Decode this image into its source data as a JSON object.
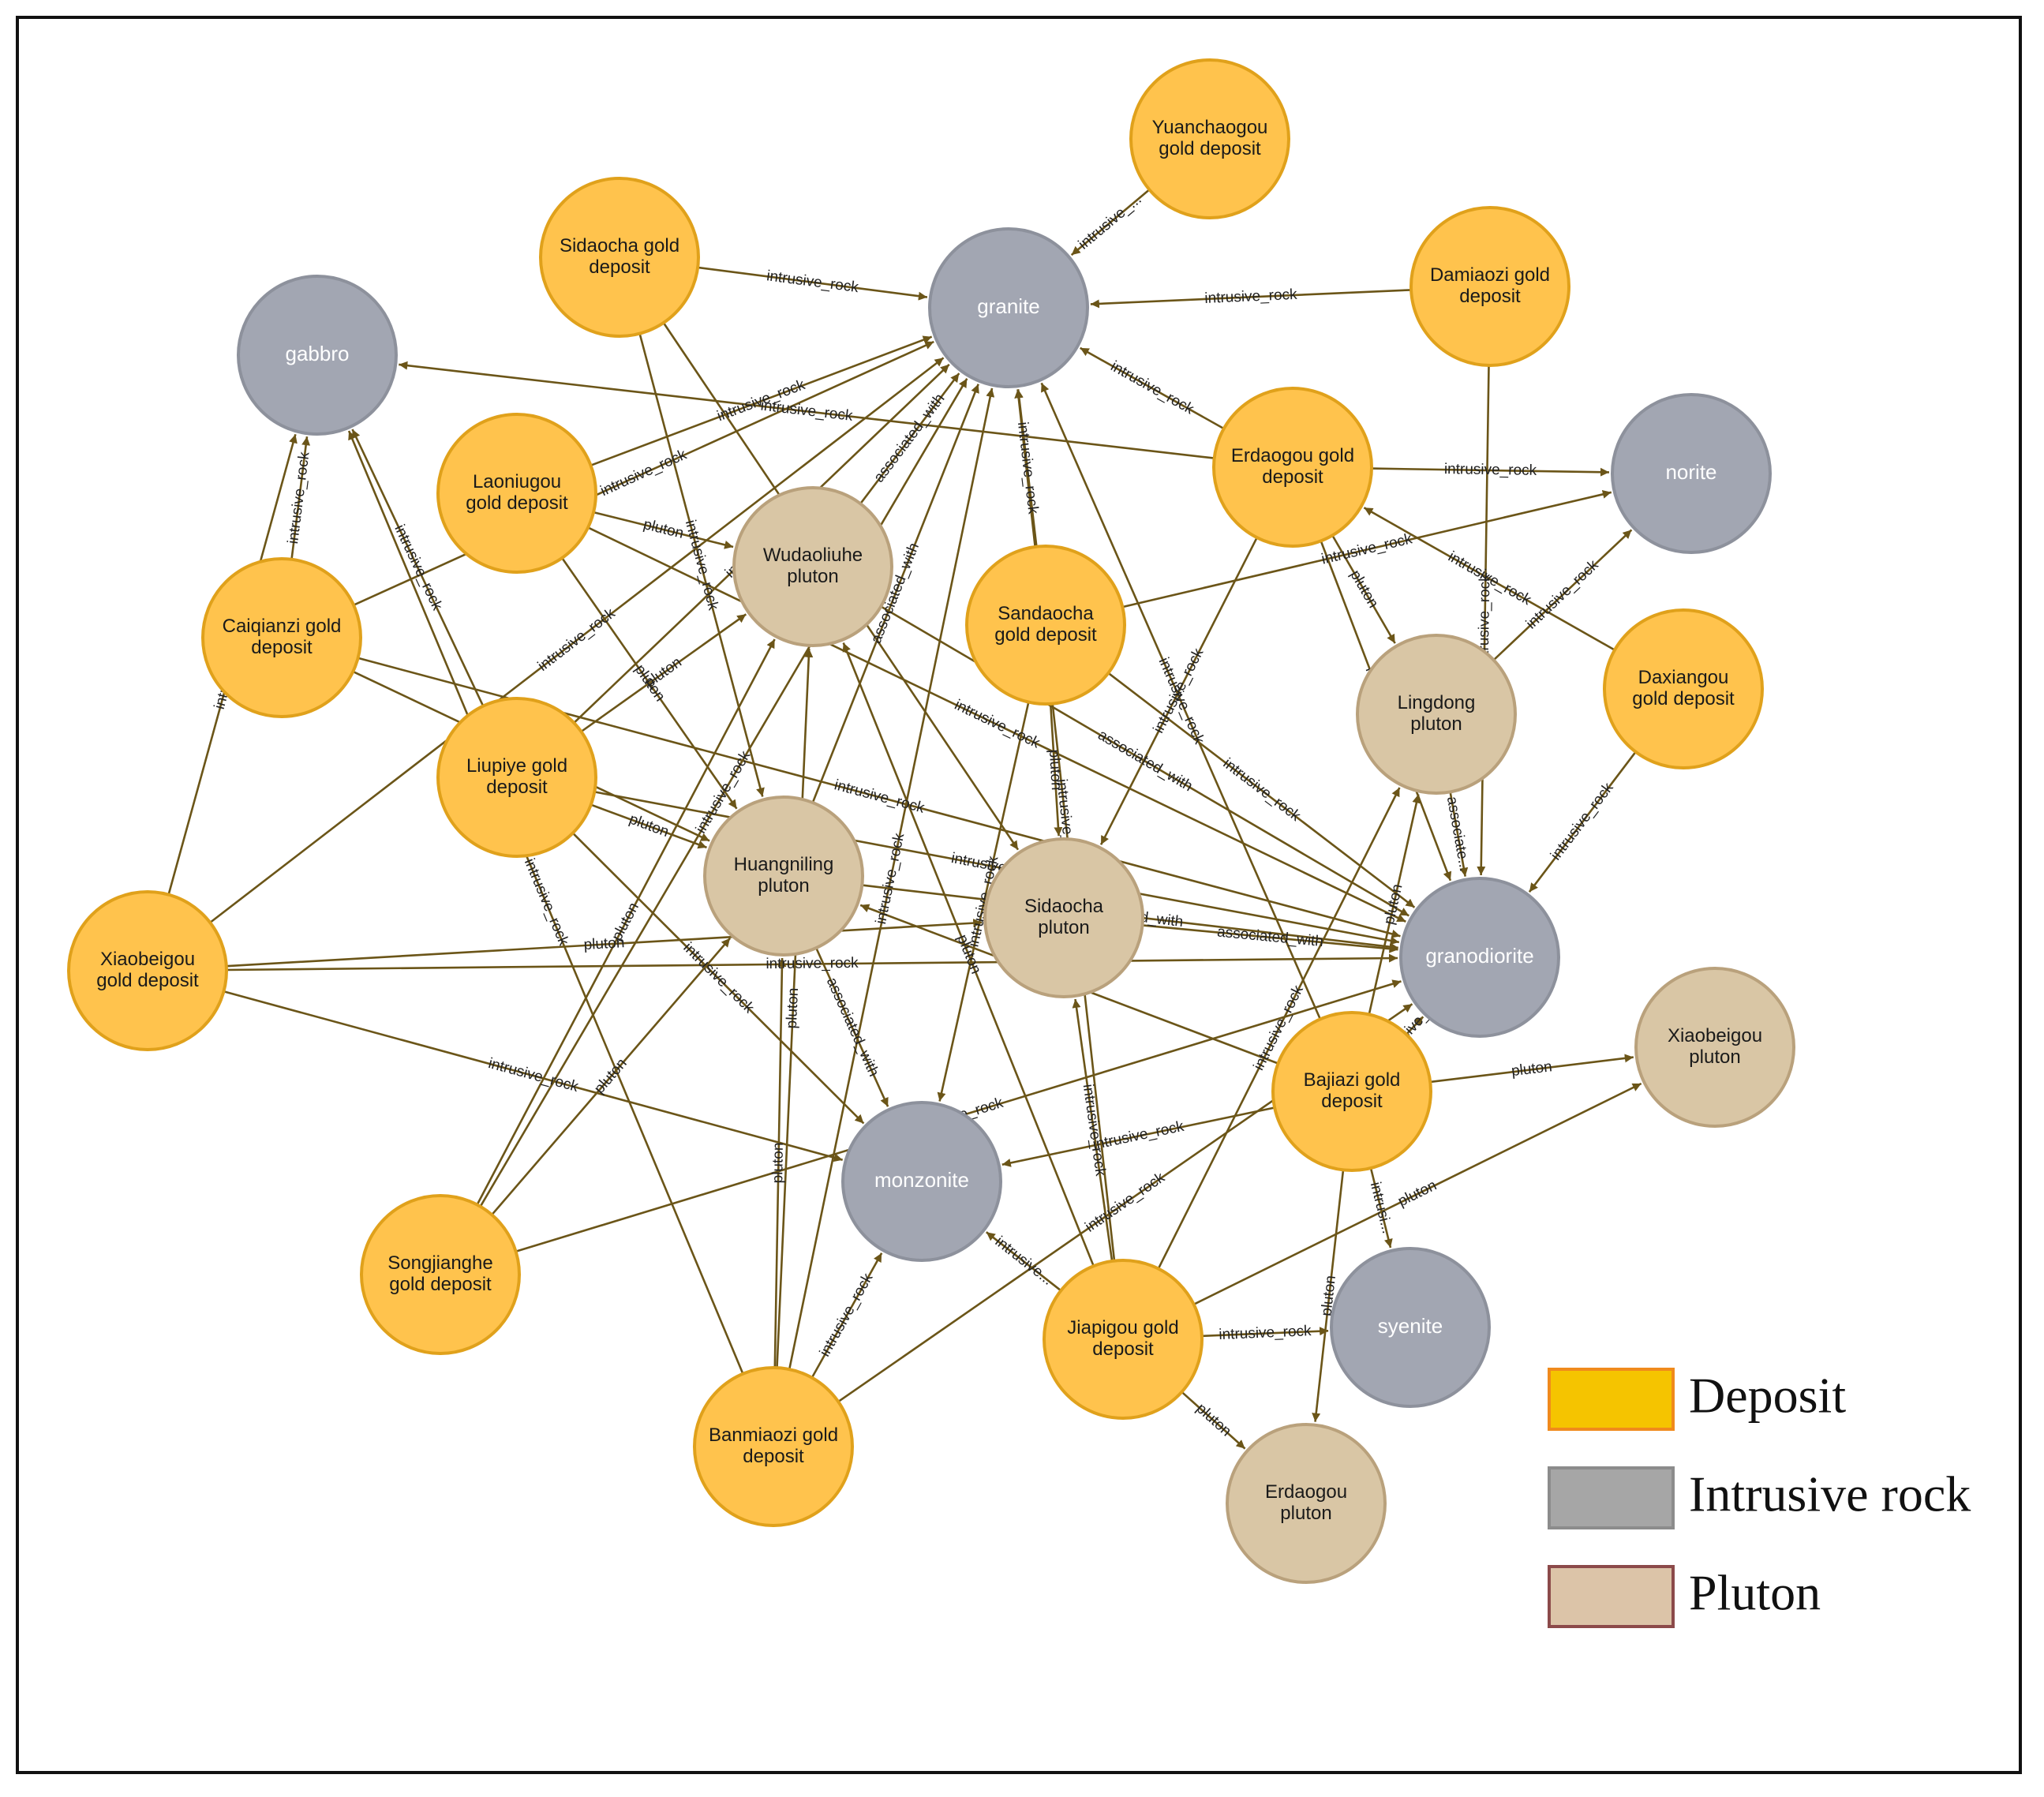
{
  "colors": {
    "deposit_fill": "#FFC34D",
    "deposit_stroke": "#E0A11B",
    "intrusive_fill": "#A2A6B2",
    "intrusive_stroke": "#8D919C",
    "pluton_fill": "#D9C6A5",
    "pluton_stroke": "#B9A17C",
    "edge": "#6B5518",
    "legend_deposit": "#F5C400",
    "legend_deposit_border": "#F08A1C",
    "legend_intrusive": "#A6A6A6",
    "legend_intrusive_border": "#8C8C8C",
    "legend_pluton": "#DCC4A8",
    "legend_pluton_border": "#8C4A4A"
  },
  "legend": [
    {
      "key": "deposit",
      "label": "Deposit"
    },
    {
      "key": "intrusive",
      "label": "Intrusive rock"
    },
    {
      "key": "pluton",
      "label": "Pluton"
    }
  ],
  "nodes": [
    {
      "id": "yuanchaogou",
      "type": "deposit",
      "lines": [
        "Yuanchaogou",
        "gold deposit"
      ]
    },
    {
      "id": "sidaocha_d",
      "type": "deposit",
      "lines": [
        "Sidaocha gold",
        "deposit"
      ]
    },
    {
      "id": "granite",
      "type": "intrusive",
      "lines": [
        "granite"
      ]
    },
    {
      "id": "damiaozi",
      "type": "deposit",
      "lines": [
        "Damiaozi gold",
        "deposit"
      ]
    },
    {
      "id": "gabbro",
      "type": "intrusive",
      "lines": [
        "gabbro"
      ]
    },
    {
      "id": "laoniugou",
      "type": "deposit",
      "lines": [
        "Laoniugou",
        "gold deposit"
      ]
    },
    {
      "id": "erdaogou_d",
      "type": "deposit",
      "lines": [
        "Erdaogou gold",
        "deposit"
      ]
    },
    {
      "id": "norite",
      "type": "intrusive",
      "lines": [
        "norite"
      ]
    },
    {
      "id": "wudaoliuhe",
      "type": "pluton",
      "lines": [
        "Wudaoliuhe",
        "pluton"
      ]
    },
    {
      "id": "caiqianzi",
      "type": "deposit",
      "lines": [
        "Caiqianzi gold",
        "deposit"
      ]
    },
    {
      "id": "sandaocha",
      "type": "deposit",
      "lines": [
        "Sandaocha",
        "gold deposit"
      ]
    },
    {
      "id": "lingdong",
      "type": "pluton",
      "lines": [
        "Lingdong",
        "pluton"
      ]
    },
    {
      "id": "daxiangou",
      "type": "deposit",
      "lines": [
        "Daxiangou",
        "gold deposit"
      ]
    },
    {
      "id": "liupiye",
      "type": "deposit",
      "lines": [
        "Liupiye gold",
        "deposit"
      ]
    },
    {
      "id": "huangniling",
      "type": "pluton",
      "lines": [
        "Huangniling",
        "pluton"
      ]
    },
    {
      "id": "sidaocha_p",
      "type": "pluton",
      "lines": [
        "Sidaocha",
        "pluton"
      ]
    },
    {
      "id": "granodiorite",
      "type": "intrusive",
      "lines": [
        "granodiorite"
      ]
    },
    {
      "id": "xiaobeigou_d",
      "type": "deposit",
      "lines": [
        "Xiaobeigou",
        "gold deposit"
      ]
    },
    {
      "id": "xiaobeigou_p",
      "type": "pluton",
      "lines": [
        "Xiaobeigou",
        "pluton"
      ]
    },
    {
      "id": "bajiazi",
      "type": "deposit",
      "lines": [
        "Bajiazi gold",
        "deposit"
      ]
    },
    {
      "id": "monzonite",
      "type": "intrusive",
      "lines": [
        "monzonite"
      ]
    },
    {
      "id": "songjianghe",
      "type": "deposit",
      "lines": [
        "Songjianghe",
        "gold deposit"
      ]
    },
    {
      "id": "syenite",
      "type": "intrusive",
      "lines": [
        "syenite"
      ]
    },
    {
      "id": "jiapigou",
      "type": "deposit",
      "lines": [
        "Jiapigou gold",
        "deposit"
      ]
    },
    {
      "id": "banmiaozi",
      "type": "deposit",
      "lines": [
        "Banmiaozi gold",
        "deposit"
      ]
    },
    {
      "id": "erdaogou_p",
      "type": "pluton",
      "lines": [
        "Erdaogou",
        "pluton"
      ]
    }
  ],
  "edges": [
    {
      "from": "yuanchaogou",
      "to": "granite",
      "label": "intrusive_..."
    },
    {
      "from": "sidaocha_d",
      "to": "granite",
      "label": "intrusive_rock"
    },
    {
      "from": "damiaozi",
      "to": "granite",
      "label": "intrusive_rock"
    },
    {
      "from": "erdaogou_d",
      "to": "granite",
      "label": "intrusive_rock"
    },
    {
      "from": "erdaogou_d",
      "to": "norite",
      "label": "intrusive_rock"
    },
    {
      "from": "erdaogou_d",
      "to": "gabbro",
      "label": "intrusive_rock"
    },
    {
      "from": "erdaogou_d",
      "to": "lingdong",
      "label": "pluton"
    },
    {
      "from": "erdaogou_d",
      "to": "granodiorite",
      "label": "intrusive_rock"
    },
    {
      "from": "erdaogou_d",
      "to": "sidaocha_p",
      "label": "intrusive_rock"
    },
    {
      "from": "laoniugou",
      "to": "granite",
      "label": "intrusive_rock"
    },
    {
      "from": "laoniugou",
      "to": "wudaoliuhe",
      "label": "pluton"
    },
    {
      "from": "laoniugou",
      "to": "granodiorite",
      "label": "intrusive_rock"
    },
    {
      "from": "laoniugou",
      "to": "huangniling",
      "label": "pluton"
    },
    {
      "from": "caiqianzi",
      "to": "gabbro",
      "label": "intrusive_rock"
    },
    {
      "from": "caiqianzi",
      "to": "granite",
      "label": "intrusive_rock"
    },
    {
      "from": "caiqianzi",
      "to": "granodiorite",
      "label": "intrusive_rock"
    },
    {
      "from": "caiqianzi",
      "to": "huangniling",
      "label": "pluton"
    },
    {
      "from": "liupiye",
      "to": "gabbro",
      "label": "intrusive_rock"
    },
    {
      "from": "liupiye",
      "to": "granite",
      "label": "intrusive_rock"
    },
    {
      "from": "liupiye",
      "to": "wudaoliuhe",
      "label": "pluton"
    },
    {
      "from": "liupiye",
      "to": "huangniling",
      "label": "pluton"
    },
    {
      "from": "liupiye",
      "to": "monzonite",
      "label": "intrusive_rock"
    },
    {
      "from": "liupiye",
      "to": "granodiorite",
      "label": "intrusive_rock"
    },
    {
      "from": "xiaobeigou_d",
      "to": "gabbro",
      "label": "intrusive_rock"
    },
    {
      "from": "xiaobeigou_d",
      "to": "granite",
      "label": "intrusive_rock"
    },
    {
      "from": "xiaobeigou_d",
      "to": "granodiorite",
      "label": "intrusive_rock"
    },
    {
      "from": "xiaobeigou_d",
      "to": "monzonite",
      "label": "intrusive_rock"
    },
    {
      "from": "xiaobeigou_d",
      "to": "sidaocha_p",
      "label": "pluton"
    },
    {
      "from": "sandaocha",
      "to": "granite",
      "label": "intrusive_rock"
    },
    {
      "from": "sandaocha",
      "to": "norite",
      "label": "intrusive_rock"
    },
    {
      "from": "sandaocha",
      "to": "granodiorite",
      "label": "intrusive_rock"
    },
    {
      "from": "sandaocha",
      "to": "sidaocha_p",
      "label": "pluton"
    },
    {
      "from": "sandaocha",
      "to": "monzonite",
      "label": "intrusive_rock"
    },
    {
      "from": "wudaoliuhe",
      "to": "granite",
      "label": "associated_with"
    },
    {
      "from": "wudaoliuhe",
      "to": "granodiorite",
      "label": "associated_with"
    },
    {
      "from": "huangniling",
      "to": "granite",
      "label": "associated_with"
    },
    {
      "from": "huangniling",
      "to": "granodiorite",
      "label": "associated_with"
    },
    {
      "from": "huangniling",
      "to": "monzonite",
      "label": "associated_with"
    },
    {
      "from": "sidaocha_p",
      "to": "granodiorite",
      "label": "associated_with"
    },
    {
      "from": "lingdong",
      "to": "granodiorite",
      "label": "associate..."
    },
    {
      "from": "lingdong",
      "to": "norite",
      "label": "intrusive_rock"
    },
    {
      "from": "sidaocha_d",
      "to": "huangniling",
      "label": "intrusive_rock"
    },
    {
      "from": "sidaocha_d",
      "to": "sidaocha_p",
      "label": "intrusive_rock"
    },
    {
      "from": "damiaozi",
      "to": "granodiorite",
      "label": "intrusive_rock"
    },
    {
      "from": "daxiangou",
      "to": "granodiorite",
      "label": "intrusive_rock"
    },
    {
      "from": "daxiangou",
      "to": "erdaogou_d",
      "label": "intrusive_rock"
    },
    {
      "from": "bajiazi",
      "to": "granite",
      "label": "intrusive_rock"
    },
    {
      "from": "bajiazi",
      "to": "granodiorite",
      "label": "intrusive_rock"
    },
    {
      "from": "bajiazi",
      "to": "xiaobeigou_p",
      "label": "pluton"
    },
    {
      "from": "bajiazi",
      "to": "monzonite",
      "label": "intrusive_rock"
    },
    {
      "from": "bajiazi",
      "to": "syenite",
      "label": "intrusi..."
    },
    {
      "from": "bajiazi",
      "to": "erdaogou_p",
      "label": "pluton"
    },
    {
      "from": "bajiazi",
      "to": "lingdong",
      "label": "pluton"
    },
    {
      "from": "bajiazi",
      "to": "huangniling",
      "label": "pluton"
    },
    {
      "from": "songjianghe",
      "to": "granite",
      "label": "intrusive_rock"
    },
    {
      "from": "songjianghe",
      "to": "wudaoliuhe",
      "label": "pluton"
    },
    {
      "from": "songjianghe",
      "to": "huangniling",
      "label": "pluton"
    },
    {
      "from": "songjianghe",
      "to": "granodiorite",
      "label": "intrusive_rock"
    },
    {
      "from": "jiapigou",
      "to": "granite",
      "label": "intrusive_rock"
    },
    {
      "from": "jiapigou",
      "to": "syenite",
      "label": "intrusive_rock"
    },
    {
      "from": "jiapigou",
      "to": "erdaogou_p",
      "label": "pluton"
    },
    {
      "from": "jiapigou",
      "to": "xiaobeigou_p",
      "label": "pluton"
    },
    {
      "from": "jiapigou",
      "to": "monzonite",
      "label": "intrusive..."
    },
    {
      "from": "jiapigou",
      "to": "wudaoliuhe",
      "label": "pluton"
    },
    {
      "from": "jiapigou",
      "to": "lingdong",
      "label": "intrusive_rock"
    },
    {
      "from": "jiapigou",
      "to": "sidaocha_p",
      "label": "intrusive_rock"
    },
    {
      "from": "banmiaozi",
      "to": "granite",
      "label": "intrusive_rock"
    },
    {
      "from": "banmiaozi",
      "to": "monzonite",
      "label": "intrusive_rock"
    },
    {
      "from": "banmiaozi",
      "to": "huangniling",
      "label": "pluton"
    },
    {
      "from": "banmiaozi",
      "to": "wudaoliuhe",
      "label": "pluton"
    },
    {
      "from": "banmiaozi",
      "to": "gabbro",
      "label": "intrusive_rock"
    },
    {
      "from": "banmiaozi",
      "to": "granodiorite",
      "label": "intrusive_rock"
    }
  ]
}
